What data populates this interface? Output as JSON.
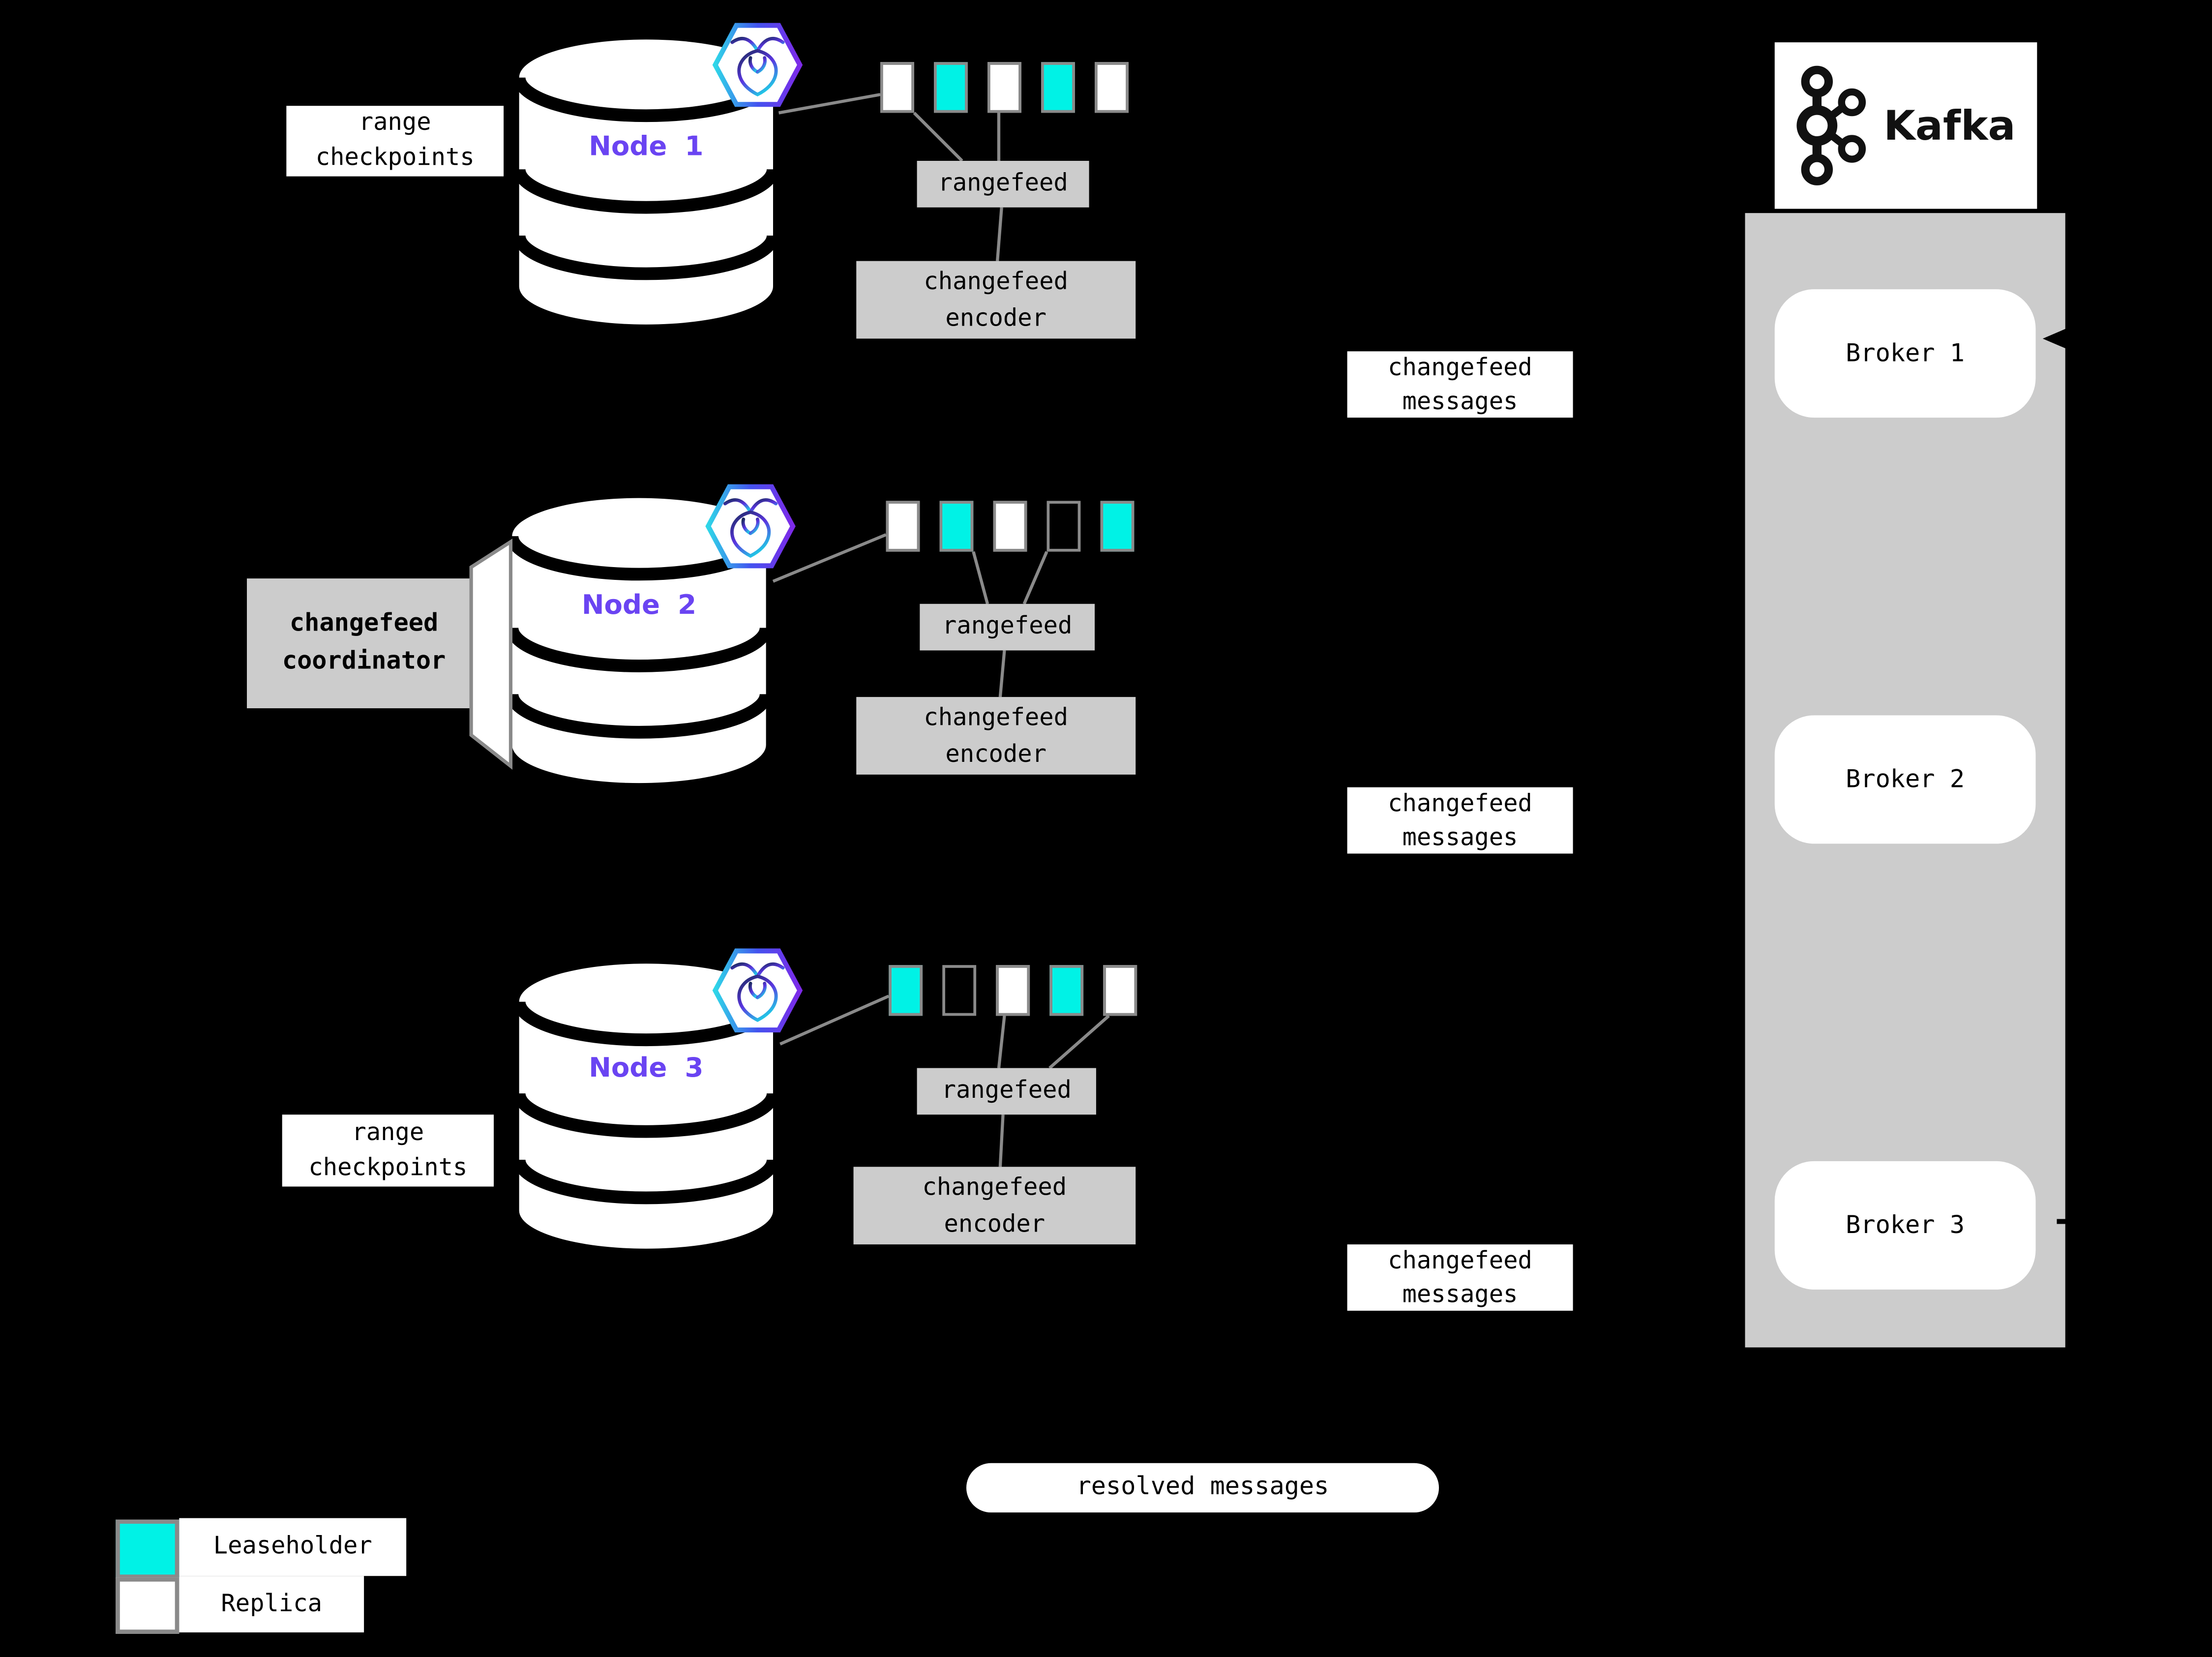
{
  "colors": {
    "background": "#000000",
    "panel_gray": "#cccccc",
    "connector_gray": "#8a8a8a",
    "leaseholder_cyan": "#00f2e6",
    "node_label_purple": "#6a44f2",
    "arrow_black": "#000000"
  },
  "labels": {
    "range_checkpoints": "range\ncheckpoints",
    "coordinator": "changefeed\ncoordinator",
    "resolved_messages": "resolved messages"
  },
  "nodes": [
    {
      "label": "Node 1",
      "rangefeed_label": "rangefeed",
      "encoder_label": "changefeed\nencoder",
      "messages_label": "changefeed\nmessages",
      "ranges": [
        "replica",
        "leaseholder",
        "replica",
        "leaseholder",
        "replica"
      ]
    },
    {
      "label": "Node 2",
      "rangefeed_label": "rangefeed",
      "encoder_label": "changefeed\nencoder",
      "messages_label": "changefeed\nmessages",
      "ranges": [
        "replica",
        "leaseholder",
        "replica",
        "empty",
        "leaseholder"
      ]
    },
    {
      "label": "Node 3",
      "rangefeed_label": "rangefeed",
      "encoder_label": "changefeed\nencoder",
      "messages_label": "changefeed\nmessages",
      "ranges": [
        "leaseholder",
        "empty",
        "replica",
        "leaseholder",
        "replica"
      ]
    }
  ],
  "kafka": {
    "title": "Kafka",
    "brokers": [
      {
        "label": "Broker 1"
      },
      {
        "label": "Broker 2"
      },
      {
        "label": "Broker 3"
      }
    ]
  },
  "legend": {
    "items": [
      {
        "swatch": "leaseholder",
        "label": "Leaseholder"
      },
      {
        "swatch": "replica",
        "label": "Replica"
      }
    ]
  }
}
